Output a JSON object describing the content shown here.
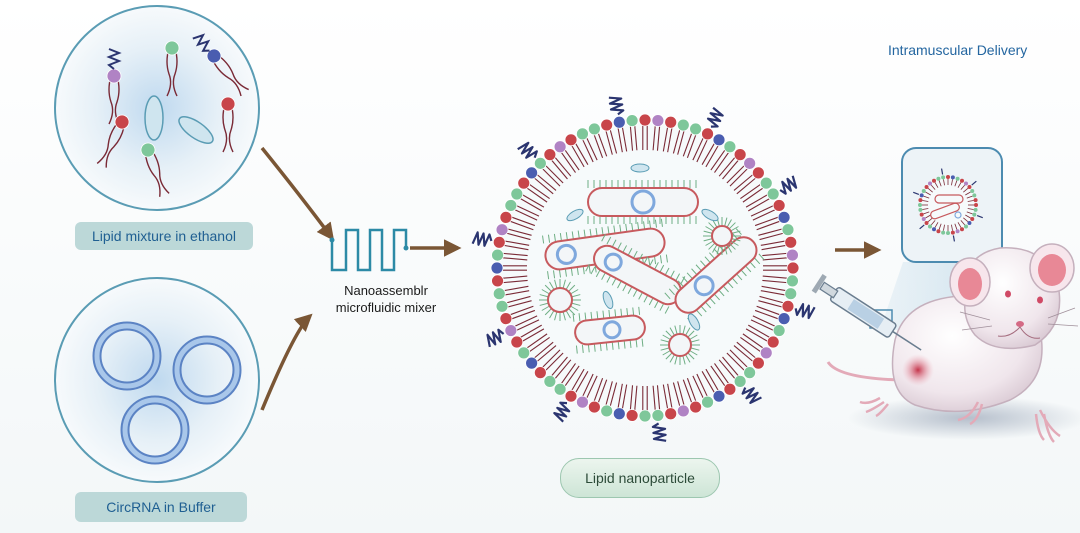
{
  "labels": {
    "lipid_mixture": "Lipid mixture in ethanol",
    "circrna": "CircRNA in Buffer",
    "mixer_line1": "Nanoassemblr",
    "mixer_line2": "microfluidic mixer",
    "lnp": "Lipid nanoparticle",
    "delivery": "Intramuscular Delivery"
  },
  "colors": {
    "lipid_head_red": "#c8454a",
    "lipid_head_green": "#7ec79a",
    "lipid_head_blue": "#4a5db0",
    "lipid_head_purple": "#b083c4",
    "lipid_tail": "#7a2a36",
    "peg_chain": "#2b3570",
    "circrna_ring": "#7fa8dd",
    "arrow": "#7a5635",
    "label_text": "#1f5f92",
    "label_fill": "#bcd8d8",
    "panel_border": "#5a9cb4",
    "mouse_body": "#f0e6ec",
    "mouse_ear_pink": "#e88896"
  },
  "icons": [
    "ethanol-lipid-icon",
    "circrna-ring-icon",
    "microfluidic-channel-icon",
    "lipid-nanoparticle-icon",
    "syringe-icon",
    "mouse-icon"
  ]
}
